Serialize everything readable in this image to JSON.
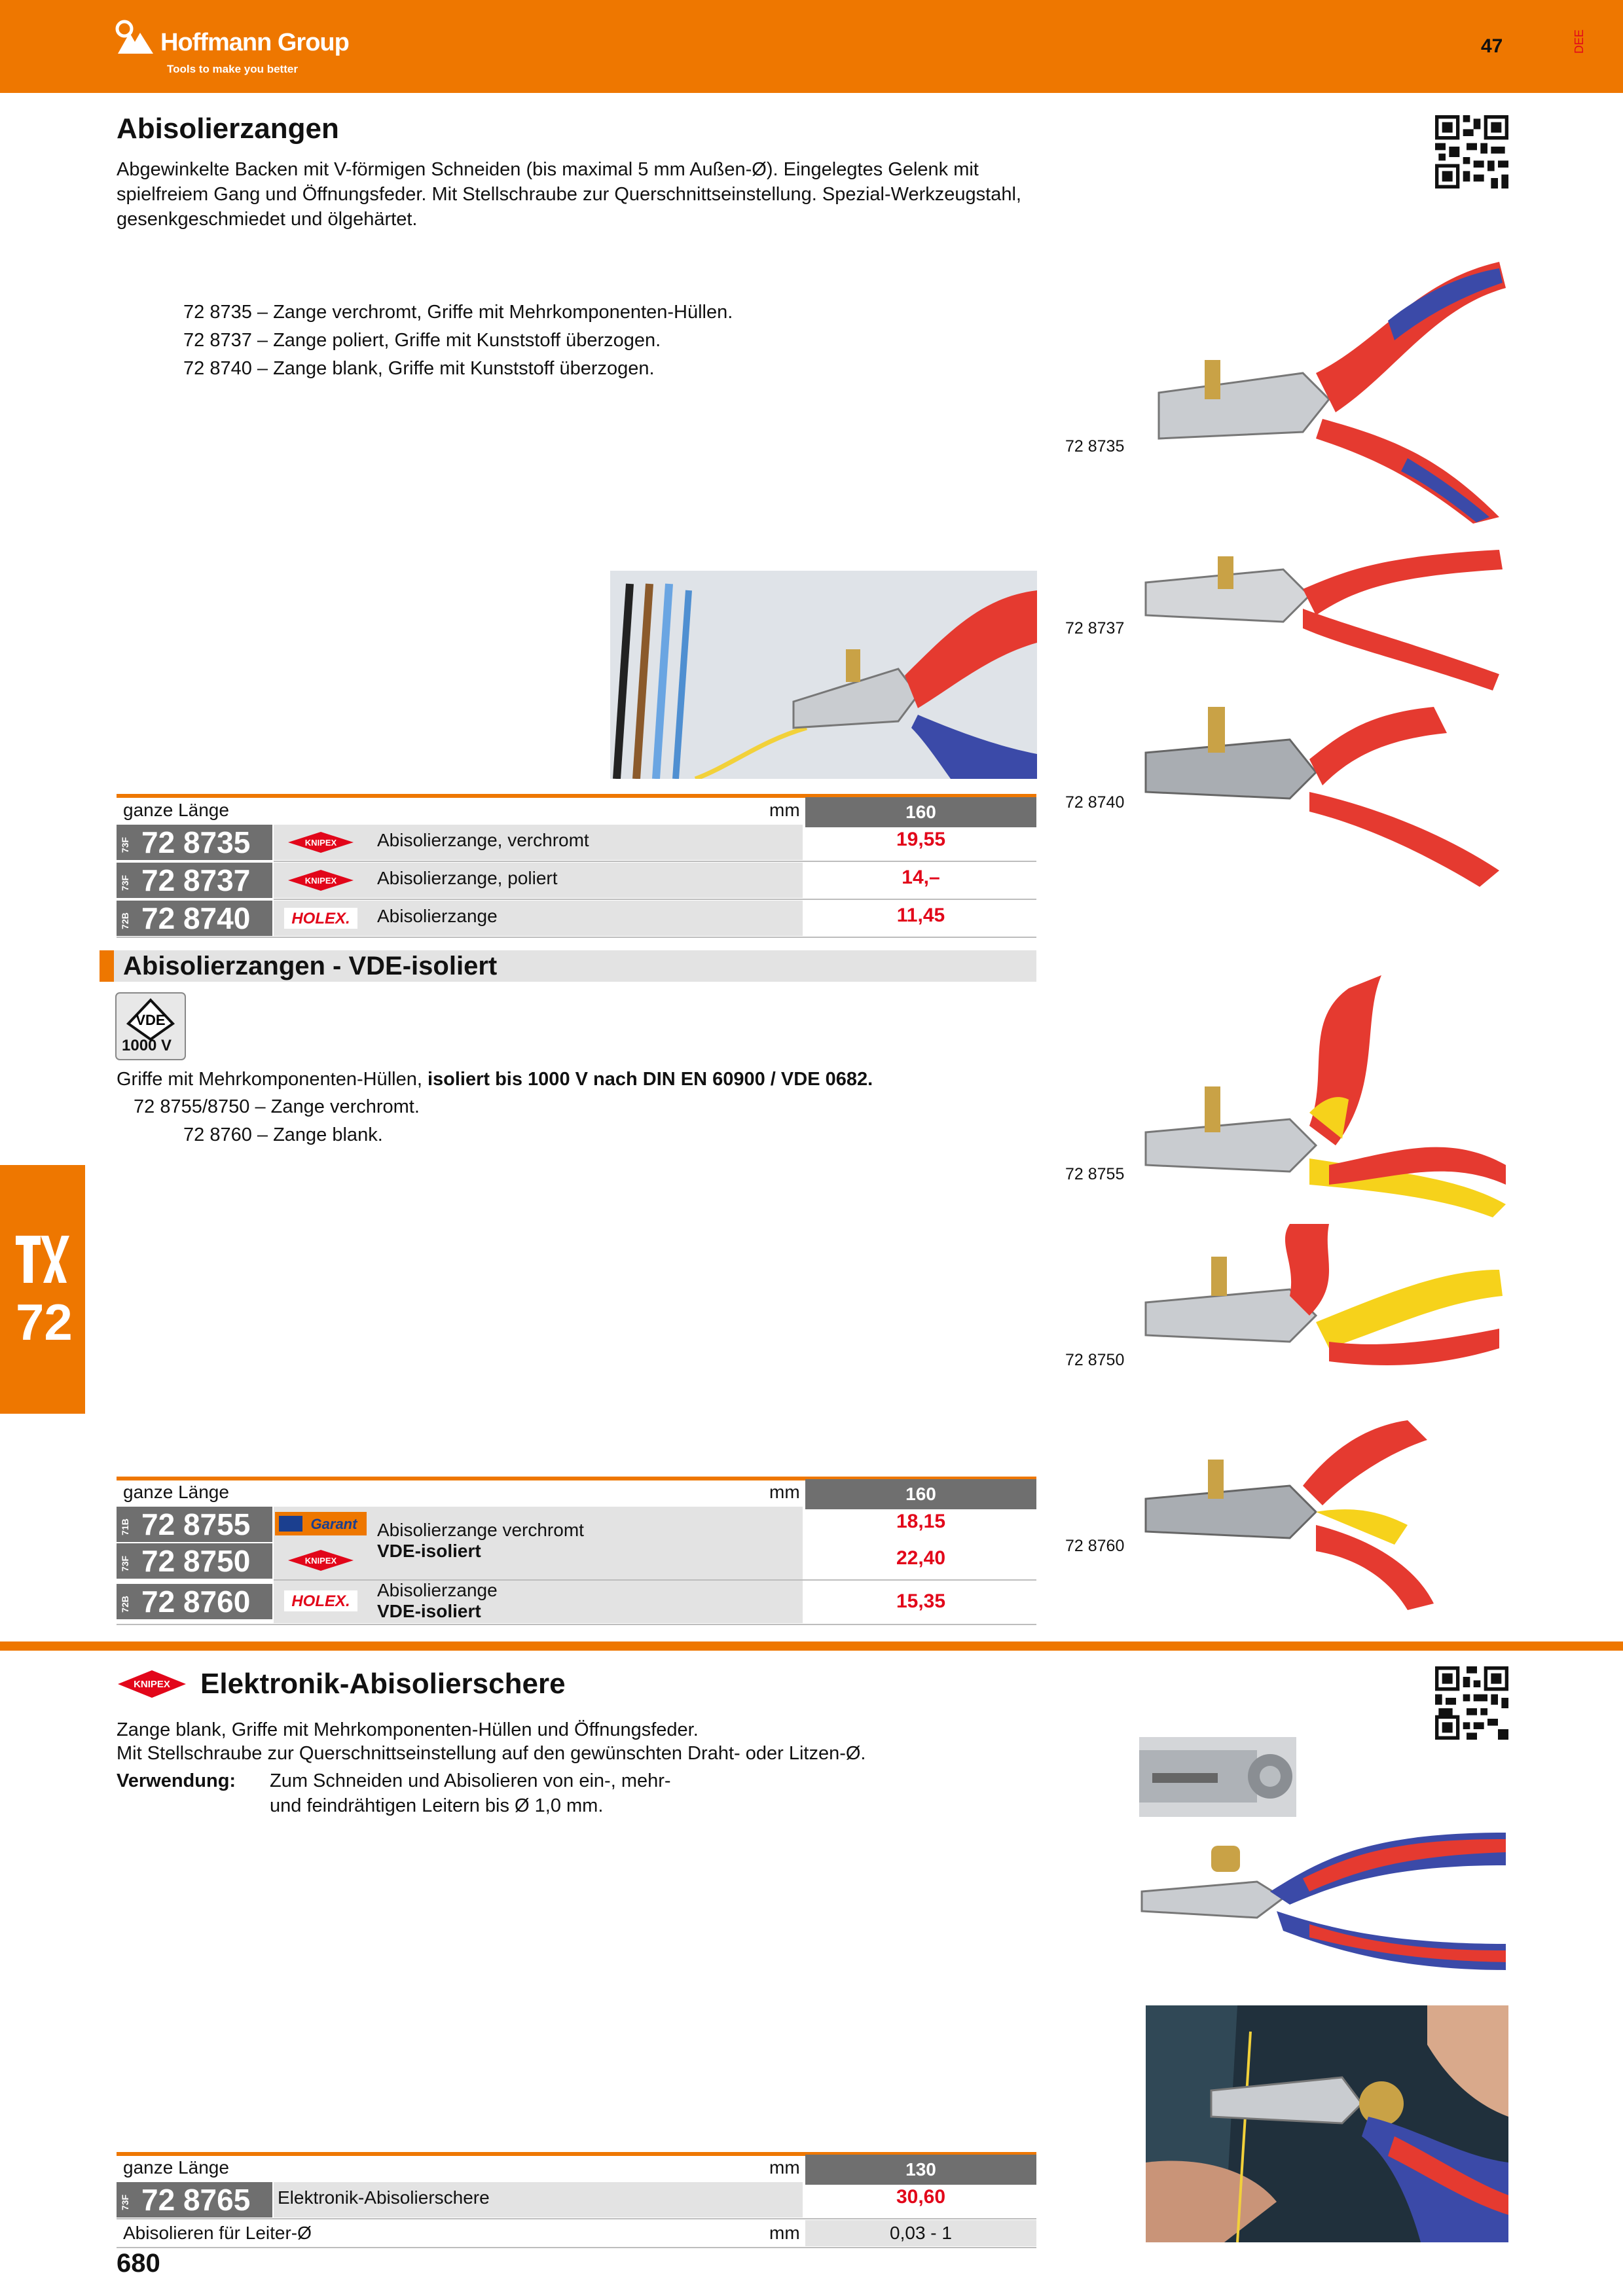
{
  "header": {
    "logo_text": "Hoffmann Group",
    "logo_tagline": "Tools to make you better",
    "page_num_top": "47",
    "lang_code": "DEE"
  },
  "side_tab": {
    "number": "72"
  },
  "section1": {
    "title": "Abisolierzangen",
    "intro": "Abgewinkelte Backen mit V-förmigen Schneiden (bis maximal 5 mm Außen-Ø). Eingelegtes Gelenk mit spielfreiem Gang und Öffnungsfeder. Mit Stellschraube zur Querschnittseinstellung. Spezial-Werkzeugstahl, gesenkgeschmiedet und ölgehärtet.",
    "list": [
      {
        "code": "72 8735 –",
        "text": "Zange verchromt, Griffe mit Mehrkomponenten-Hüllen."
      },
      {
        "code": "72 8737 –",
        "text": "Zange poliert, Griffe mit Kunststoff überzogen."
      },
      {
        "code": "72 8740 –",
        "text": "Zange blank, Griffe mit Kunststoff überzogen."
      }
    ],
    "captions": [
      "72 8735",
      "72 8737",
      "72 8740"
    ],
    "table": {
      "label": "ganze Länge",
      "unit": "mm",
      "column_value": "160",
      "rows": [
        {
          "page": "73F",
          "article": "72 8735",
          "brand": "KNIPEX",
          "desc": "Abisolierzange, verchromt",
          "price": "19,55"
        },
        {
          "page": "73F",
          "article": "72 8737",
          "brand": "KNIPEX",
          "desc": "Abisolierzange, poliert",
          "price": "14,–"
        },
        {
          "page": "72B",
          "article": "72 8740",
          "brand": "HOLEX",
          "desc": "Abisolierzange",
          "price": "11,45"
        }
      ]
    }
  },
  "section2": {
    "title": "Abisolierzangen - VDE-isoliert",
    "badge_text": "1000 V",
    "intro_normal": "Griffe mit Mehrkomponenten-Hüllen, ",
    "intro_bold": "isoliert bis 1000 V nach DIN EN 60900 / VDE 0682.",
    "list": [
      {
        "code": "72 8755/8750 –",
        "text": "Zange verchromt."
      },
      {
        "code": "72 8760 –",
        "text": "Zange blank."
      }
    ],
    "captions": [
      "72 8755",
      "72 8750",
      "72 8760"
    ],
    "table": {
      "label": "ganze Länge",
      "unit": "mm",
      "column_value": "160",
      "rows": [
        {
          "page": "71B",
          "article": "72 8755",
          "brand": "Garant",
          "price": "18,15"
        },
        {
          "page": "73F",
          "article": "72 8750",
          "brand": "KNIPEX",
          "price": "22,40"
        },
        {
          "page": "72B",
          "article": "72 8760",
          "brand": "HOLEX",
          "price": "15,35"
        }
      ],
      "desc_a1": "Abisolierzange verchromt",
      "desc_a2": "VDE-isoliert",
      "desc_b1": "Abisolierzange",
      "desc_b2": "VDE-isoliert"
    }
  },
  "section3": {
    "brand": "KNIPEX",
    "title": "Elektronik-Abisolierschere",
    "line1": "Zange blank, Griffe mit Mehrkomponenten-Hüllen und Öffnungsfeder.",
    "line2": "Mit Stellschraube zur Querschnittseinstellung auf den gewünschten Draht- oder Litzen-Ø.",
    "usage_label": "Verwendung:",
    "usage_line1": "Zum Schneiden und Abisolieren von ein-, mehr-",
    "usage_line2": "und feindrähtigen Leitern bis Ø 1,0 mm.",
    "table": {
      "label": "ganze Länge",
      "unit": "mm",
      "column_value": "130",
      "row": {
        "page": "73F",
        "article": "72 8765",
        "desc": "Elektronik-Abisolierschere",
        "price": "30,60"
      },
      "extra_label": "Abisolieren für Leiter-Ø",
      "extra_unit": "mm",
      "extra_value": "0,03 - 1"
    }
  },
  "footer": {
    "page_number": "680"
  },
  "colors": {
    "brand_orange": "#ee7700",
    "price_red": "#e2061a",
    "table_grey": "#6f6f6f"
  }
}
